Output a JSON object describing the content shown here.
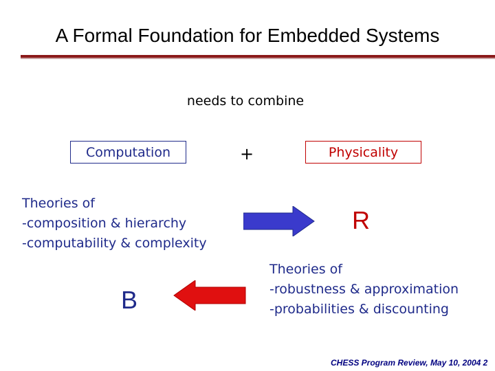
{
  "slide": {
    "title": "A Formal Foundation for Embedded Systems",
    "subtitle": "needs to combine",
    "computation_label": "Computation",
    "plus_sign": "+",
    "physicality_label": "Physicality",
    "left_theories": {
      "heading": "Theories of",
      "line1": "-composition & hierarchy",
      "line2": "-computability &  complexity"
    },
    "right_theories": {
      "heading": "Theories of",
      "line1": "-robustness & approximation",
      "line2": "-probabilities & discounting"
    },
    "r_letter": "R",
    "b_letter": "B",
    "footer": "CHESS Program Review, May 10, 2004  2"
  },
  "colors": {
    "title_rule": "#8b1a1a",
    "blue": "#1f2a8a",
    "arrow_blue": "#3a3acc",
    "red": "#c00000",
    "arrow_red": "#e01010",
    "footer": "#000080"
  },
  "icons": {
    "right_arrow": "arrow-right-icon",
    "left_arrow": "arrow-left-icon"
  }
}
